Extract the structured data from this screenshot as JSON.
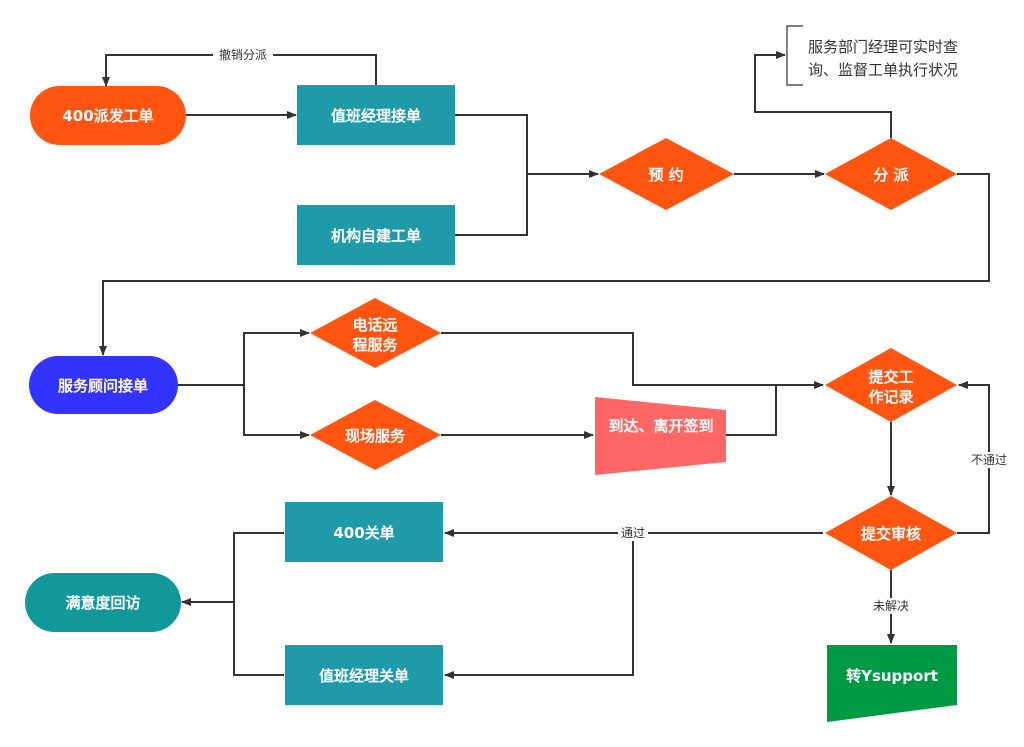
{
  "colors": {
    "orange": "#ff5511",
    "teal": "#1f9aa8",
    "blue": "#3333ff",
    "dark_teal": "#119999",
    "pink": "#ff6666",
    "green": "#009944",
    "line": "#333333"
  },
  "nodes": {
    "dispatch_400": "400派发工单",
    "duty_accept": "值班经理接单",
    "org_create": "机构自建工单",
    "appointment": "预 约",
    "assign": "分 派",
    "consultant_accept": "服务顾问接单",
    "phone_remote": [
      "电话远",
      "程服务"
    ],
    "onsite": "现场服务",
    "checkin": "到达、离开签到",
    "submit_record": [
      "提交工",
      "作记录"
    ],
    "submit_review": "提交审核",
    "close_400": "400关单",
    "duty_close": "值班经理关单",
    "satisfaction": "满意度回访",
    "ysupport": "转Ysupport"
  },
  "edge_labels": {
    "revoke": "撤销分派",
    "pass": "通过",
    "not_pass": "不通过",
    "unresolved": "未解决"
  },
  "note": [
    "服务部门经理可实时查",
    "询、监督工单执行状况"
  ]
}
